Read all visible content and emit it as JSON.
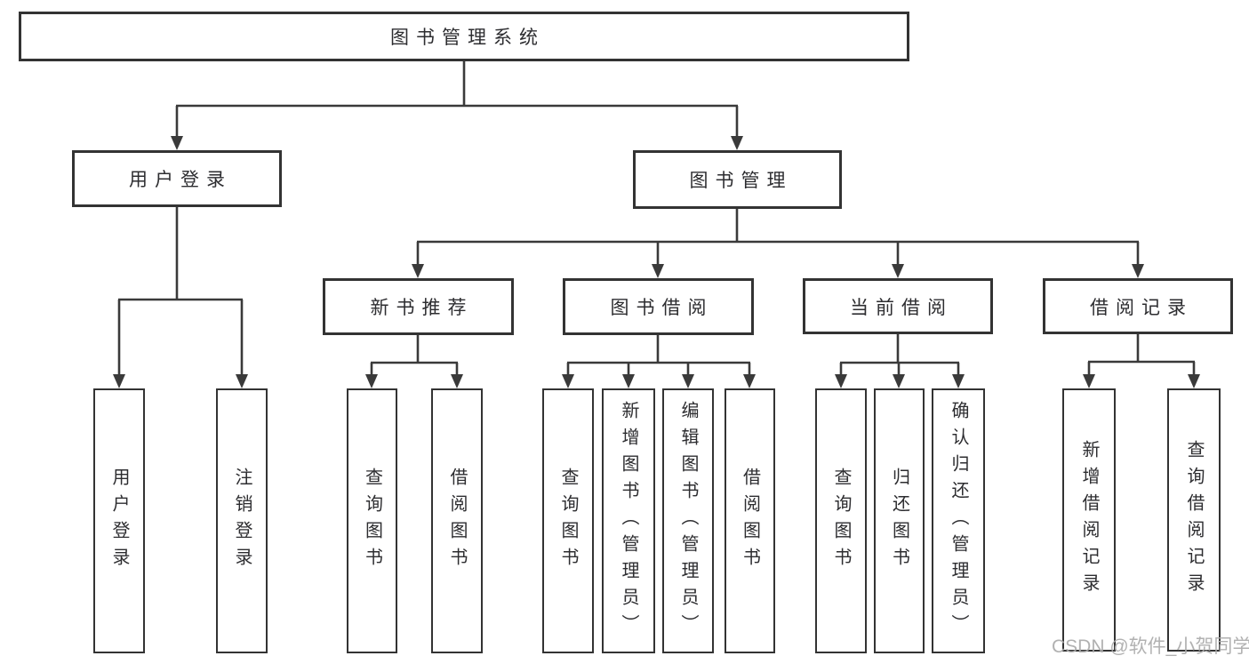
{
  "colors": {
    "line": "#3a3a3a",
    "box_border": "#333333",
    "text": "#2d2d30",
    "watermark": "#ababab",
    "background": "#ffffff"
  },
  "diagram": {
    "root": {
      "label": "图书管理系统"
    },
    "level2": [
      {
        "label": "用户登录"
      },
      {
        "label": "图书管理"
      }
    ],
    "level3": [
      {
        "label": "新书推荐"
      },
      {
        "label": "图书借阅"
      },
      {
        "label": "当前借阅"
      },
      {
        "label": "借阅记录"
      }
    ],
    "leaves": [
      {
        "label": "用户登录"
      },
      {
        "label": "注销登录"
      },
      {
        "label": "查询图书"
      },
      {
        "label": "借阅图书"
      },
      {
        "label": "查询图书"
      },
      {
        "label": "新增图书（管理员）"
      },
      {
        "label": "编辑图书（管理员）"
      },
      {
        "label": "借阅图书"
      },
      {
        "label": "查询图书"
      },
      {
        "label": "归还图书"
      },
      {
        "label": "确认归还（管理员）"
      },
      {
        "label": "新增借阅记录"
      },
      {
        "label": "查询借阅记录"
      }
    ]
  },
  "watermark": {
    "text": "CSDN @软件_小贺同学"
  }
}
